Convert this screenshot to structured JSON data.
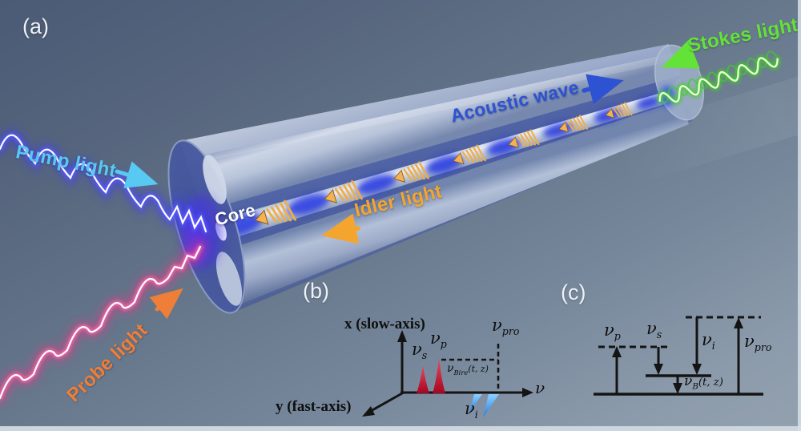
{
  "figure": {
    "panel_a_label": "(a)",
    "panel_b_label": "(b)",
    "panel_c_label": "(c)"
  },
  "annotations": {
    "pump": {
      "label": "Pump light",
      "color": "#58c9f2"
    },
    "probe": {
      "label": "Probe light",
      "color": "#ef7e38"
    },
    "stokes": {
      "label": "Stokes light",
      "color": "#63e337"
    },
    "acoustic": {
      "label": "Acoustic wave",
      "color": "#2d52d2"
    },
    "idler": {
      "label": "Idler light",
      "color": "#f3a52d"
    },
    "core": {
      "label": "Core",
      "color": "#ffffff"
    }
  },
  "spectrum_diagram": {
    "x_axis_label": "x (slow-axis)",
    "y_axis_label": "y (fast-axis)",
    "freq_axis_label": "ν",
    "nu_s": {
      "sym": "ν",
      "sub": "s"
    },
    "nu_p": {
      "sym": "ν",
      "sub": "p"
    },
    "nu_pro": {
      "sym": "ν",
      "sub": "pro"
    },
    "nu_i": {
      "sym": "ν",
      "sub": "i"
    },
    "nu_bire": {
      "sym": "ν",
      "sub": "Bire",
      "rest": "(t, z)"
    },
    "pump_stokes_peak_color": "#c8142e",
    "idler_peak_color": "#3fa0f2",
    "ink_color": "#141414"
  },
  "energy_diagram": {
    "nu_p": {
      "sym": "ν",
      "sub": "p"
    },
    "nu_s": {
      "sym": "ν",
      "sub": "s"
    },
    "nu_i": {
      "sym": "ν",
      "sub": "i"
    },
    "nu_pro": {
      "sym": "ν",
      "sub": "pro"
    },
    "nu_b": {
      "sym": "ν",
      "sub": "B",
      "rest": "(t, z)"
    },
    "ink_color": "#141414"
  }
}
